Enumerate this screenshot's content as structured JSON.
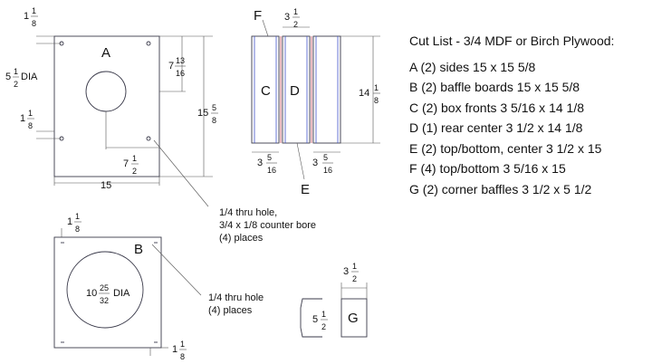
{
  "cutlist": {
    "title": "Cut List - 3/4 MDF or Birch Plywood:",
    "items": [
      "A  (2)  sides 15 x 15 5/8",
      "B  (2)  baffle boards  15 x 15 5/8",
      "C  (2)  box fronts  3 5/16 x 14 1/8",
      "D  (1)  rear center 3 1/2 x 14 1/8",
      "E  (2)  top/bottom, center  3 1/2 x 15",
      "F  (4)  top/bottom 3 5/16 x 15",
      "G  (2)  corner baffles  3 1/2 x 5 1/2"
    ]
  },
  "partA": {
    "label": "A",
    "dim_top_whole": "1",
    "dim_top_num": "1",
    "dim_top_den": "8",
    "dim_hole_whole": "5",
    "dim_hole_num": "1",
    "dim_hole_den": "2",
    "dim_hole_suffix": "DIA",
    "dim_side_whole": "1",
    "dim_side_num": "1",
    "dim_side_den": "8",
    "dim_mid_whole": "7",
    "dim_mid_num": "13",
    "dim_mid_den": "16",
    "dim_height_whole": "15",
    "dim_height_num": "5",
    "dim_height_den": "8",
    "dim_center_whole": "7",
    "dim_center_num": "1",
    "dim_center_den": "2",
    "dim_width": "15",
    "note": [
      "1/4 thru hole,",
      "3/4 x 1/8 counter bore",
      "(4) places"
    ]
  },
  "partsCDEF": {
    "label_c": "C",
    "label_d": "D",
    "label_e": "E",
    "label_f": "F",
    "dim_top_whole": "3",
    "dim_top_num": "1",
    "dim_top_den": "2",
    "dim_height_whole": "14",
    "dim_height_num": "1",
    "dim_height_den": "8",
    "dim_bl_whole": "3",
    "dim_bl_num": "5",
    "dim_bl_den": "16",
    "dim_br_whole": "3",
    "dim_br_num": "5",
    "dim_br_den": "16"
  },
  "partB": {
    "label": "B",
    "dim_top_whole": "1",
    "dim_top_num": "1",
    "dim_top_den": "8",
    "dim_hole_whole": "10",
    "dim_hole_num": "25",
    "dim_hole_den": "32",
    "dim_hole_suffix": "DIA",
    "dim_bottom_whole": "1",
    "dim_bottom_num": "1",
    "dim_bottom_den": "8",
    "note": [
      "1/4 thru hole",
      "(4) places"
    ]
  },
  "partG": {
    "label": "G",
    "dim_top_whole": "3",
    "dim_top_num": "1",
    "dim_top_den": "2",
    "dim_side_whole": "5",
    "dim_side_num": "1",
    "dim_side_den": "2"
  }
}
